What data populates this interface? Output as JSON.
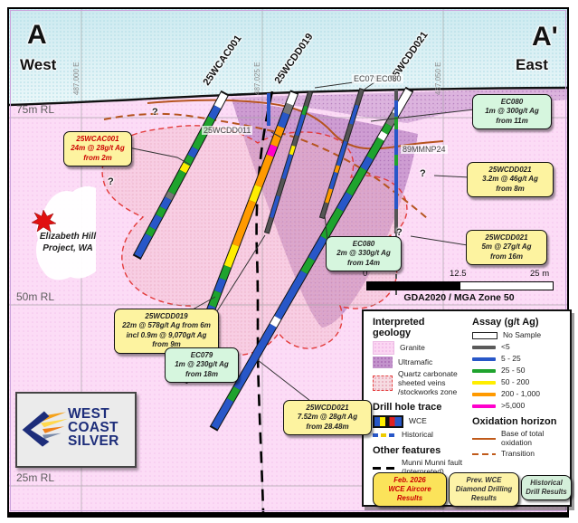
{
  "section": {
    "left_letter": "A",
    "right_letter": "A'",
    "left_dir": "West",
    "right_dir": "East"
  },
  "grid": {
    "eastings": [
      "487,000 E",
      "487,025 E",
      "487,050 E"
    ],
    "rl": [
      "75m RL",
      "50m RL",
      "25m RL"
    ]
  },
  "holes": {
    "wcac001": "25WCAC001",
    "wcdd019": "25WCDD019",
    "wcdd021": "25WCDD021",
    "ec079": "EC079",
    "ec080": "EC080",
    "wcdd011": "25WCDD011",
    "mmnp24": "89MMNP24"
  },
  "location": {
    "name": "Elizabeth Hill\nProject, WA"
  },
  "q": "?",
  "callouts": {
    "wcac001": {
      "text": "25WCAC001\n24m @ 28g/t Ag\nfrom 2m"
    },
    "wcdd019": {
      "text": "25WCDD019\n22m @ 578g/t Ag from 6m\nincl 0.9m @ 9,070g/t Ag from 9m"
    },
    "ec079": {
      "text": "EC079\n1m @ 230g/t Ag\nfrom 18m"
    },
    "ec080_330": {
      "text": "EC080\n2m @ 330g/t Ag\nfrom 14m"
    },
    "ec080_300": {
      "text": "EC080\n1m @ 300g/t Ag\nfrom 11m"
    },
    "wcdd021_46": {
      "text": "25WCDD021\n3.2m @ 46g/t Ag\nfrom 8m"
    },
    "wcdd021_27": {
      "text": "25WCDD021\n5m @ 27g/t Ag\nfrom 16m"
    },
    "wcdd021_28": {
      "text": "25WCDD021\n7.52m @ 28g/t Ag\nfrom 28.48m"
    }
  },
  "scalebar": {
    "zero": "0",
    "mid": "12.5",
    "max": "25 m",
    "datum": "GDA2020 / MGA Zone 50"
  },
  "legend": {
    "geology_title": "Interpreted geology",
    "geology": [
      {
        "label": "Granite",
        "swatch": "sw-granite"
      },
      {
        "label": "Ultramafic",
        "swatch": "sw-ultramafic"
      },
      {
        "label": "Quartz carbonate\nsheeted veins\n/stockworks zone",
        "swatch": "sw-quartz"
      }
    ],
    "trace_title": "Drill hole trace",
    "traces": [
      {
        "label": "WCE",
        "swatch": "sw-wce"
      },
      {
        "label": "Historical",
        "swatch": "sw-hist"
      }
    ],
    "features_title": "Other features",
    "features": [
      {
        "label": "Munni Munni fault\n(Interpreted)",
        "swatch": "sw-fault"
      }
    ],
    "assay_title": "Assay (g/t Ag)",
    "assay": [
      {
        "label": "No Sample",
        "swatch": "sw-nosample",
        "color": "#ffffff"
      },
      {
        "label": "<5",
        "swatch": "sw-line",
        "color": "#5a5a5a"
      },
      {
        "label": "5 - 25",
        "swatch": "sw-line",
        "color": "#2857c8"
      },
      {
        "label": "25 - 50",
        "swatch": "sw-line",
        "color": "#1fa32e"
      },
      {
        "label": "50 - 200",
        "swatch": "sw-line",
        "color": "#ffee00"
      },
      {
        "label": "200 - 1,000",
        "swatch": "sw-line",
        "color": "#ff9a00"
      },
      {
        "label": ">5,000",
        "swatch": "sw-line",
        "color": "#ff00cc"
      }
    ],
    "oxidation_title": "Oxidation horizon",
    "oxidation": [
      {
        "label": "Base of total\noxidation",
        "swatch": "sw-oxline",
        "color": "#c05a1a"
      },
      {
        "label": "Transition",
        "swatch": "sw-oxdash",
        "color": "#c05a1a"
      }
    ]
  },
  "keys": {
    "aircore": {
      "text": "Feb. 2026\nWCE Aircore\nResults"
    },
    "prev": {
      "text": "Prev. WCE\nDiamond Drilling\nResults"
    },
    "hist": {
      "text": "Historical\nDrill Results"
    }
  },
  "logo": {
    "text": "WEST\nCOAST\nSILVER"
  },
  "colors": {
    "sky": "#d9eff3",
    "granite": "#fcdcf6",
    "ultramafic": "#a769b5",
    "quartz_outline": "#e33b3b",
    "assay_no_sample": "#ffffff",
    "assay_lt5": "#5a5a5a",
    "assay_5_25": "#2857c8",
    "assay_25_50": "#1fa32e",
    "assay_50_200": "#ffee00",
    "assay_200_1000": "#ff9a00",
    "assay_gt5000": "#ff00cc",
    "oxidation": "#c05a1a",
    "fault": "#000000",
    "callout_yellow": "#fdf3a0",
    "callout_green": "#d6f6de",
    "aircore_text": "#cc0000",
    "logo_navy": "#1d2d7a"
  }
}
